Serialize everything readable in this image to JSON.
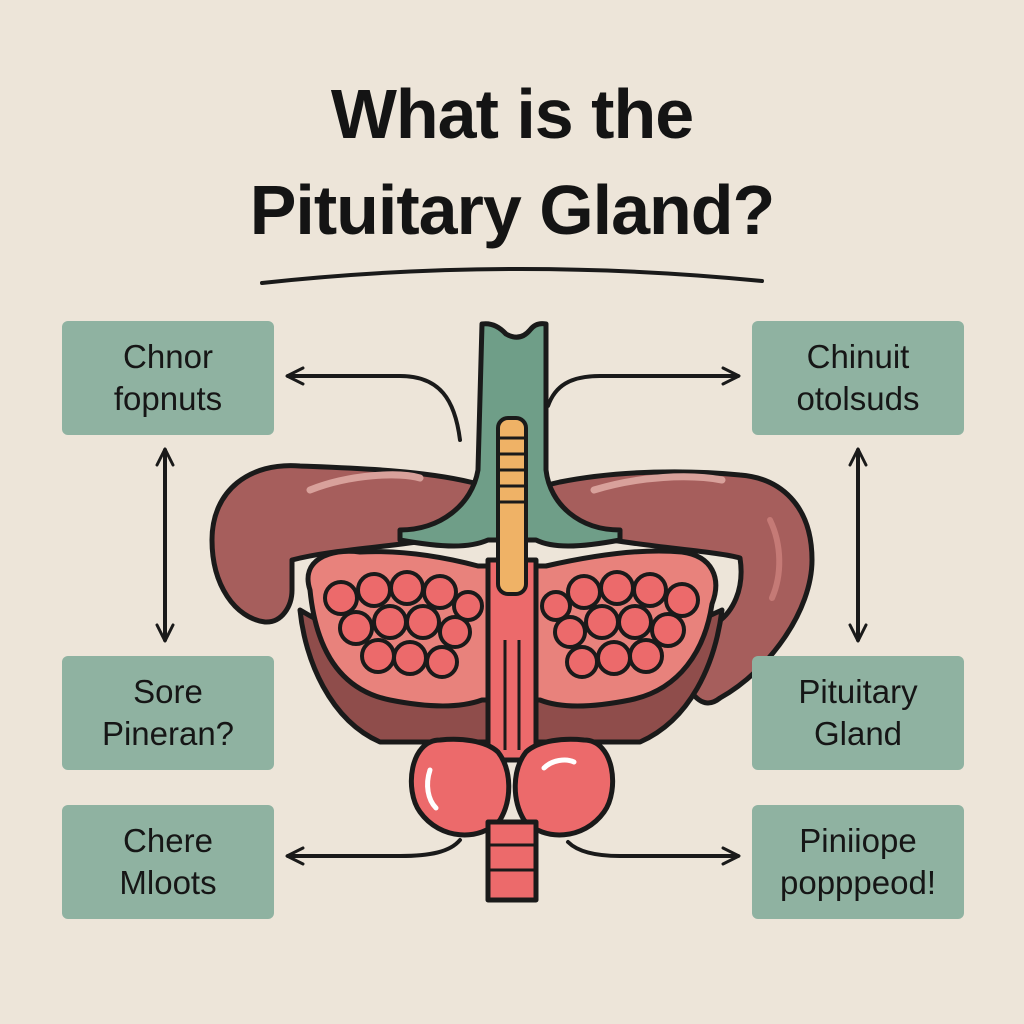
{
  "title": {
    "line1": "What is the",
    "line2": "Pituitary Gland?"
  },
  "labels": {
    "top_left": {
      "line1": "Chnor",
      "line2": "fopnuts"
    },
    "top_right": {
      "line1": "Chinuit",
      "line2": "otolsuds"
    },
    "middle_left": {
      "line1": "Sore",
      "line2": "Pineran?"
    },
    "middle_right": {
      "line1": "Pituitary",
      "line2": "Gland"
    },
    "bottom_left": {
      "line1": "Chere",
      "line2": "Mloots"
    },
    "bottom_right": {
      "line1": "Piniiope",
      "line2": "popppeod!"
    }
  },
  "colors": {
    "background": "#ede5d9",
    "label_box": "#8fb2a1",
    "outer_lobe": "#a65e5c",
    "lobe_highlight": "#c97f7c",
    "inner_tissue": "#e8827c",
    "cells": "#ec6a6b",
    "stalk": "#6f9e88",
    "spine": "#efb266",
    "outline": "#1a1a1a"
  }
}
